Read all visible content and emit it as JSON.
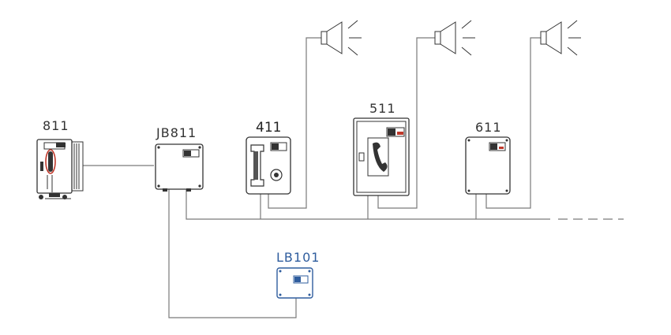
{
  "devices": {
    "d811": {
      "label": "811"
    },
    "jb811": {
      "label": "JB811"
    },
    "d411": {
      "label": "411"
    },
    "d511": {
      "label": "511"
    },
    "d611": {
      "label": "611"
    },
    "lb101": {
      "label": "LB101"
    }
  },
  "colors": {
    "wire": "#7a7a7a",
    "outline": "#333333",
    "lb101_accent": "#2f5d9e"
  },
  "icons": [
    "telephone-handset-icon",
    "junction-box-icon",
    "loudspeaker-icon",
    "warning-label-icon"
  ]
}
